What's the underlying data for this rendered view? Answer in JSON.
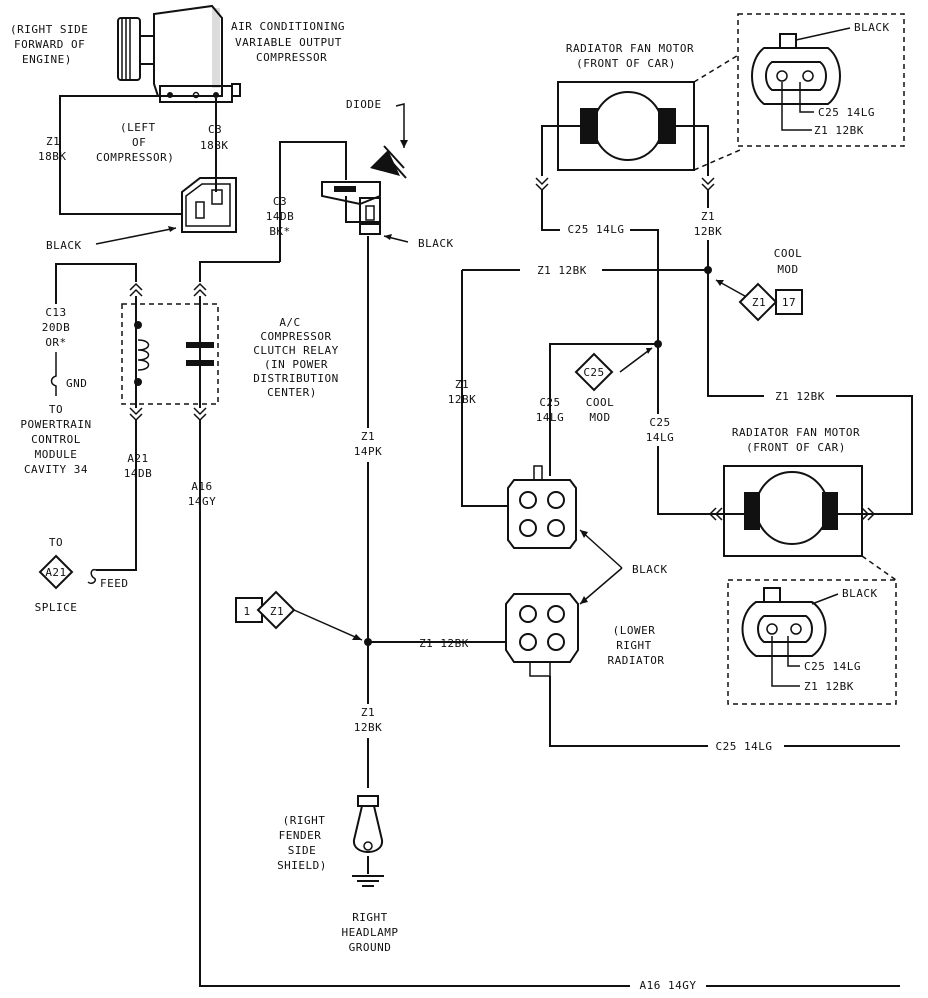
{
  "compressor": {
    "location": [
      "(RIGHT SIDE",
      "FORWARD OF",
      "ENGINE)"
    ],
    "name": [
      "AIR CONDITIONING",
      "VARIABLE OUTPUT",
      "COMPRESSOR"
    ],
    "left_of": [
      "(LEFT",
      "OF",
      "COMPRESSOR)"
    ],
    "connector_color": "BLACK"
  },
  "wires": {
    "z1_18bk": [
      "Z1",
      "18BK"
    ],
    "c3_18bk": [
      "C3",
      "18BK"
    ],
    "c3_14db": [
      "C3",
      "14DB",
      "BK*"
    ],
    "c13": [
      "C13",
      "20DB",
      "OR*"
    ],
    "a21": [
      "A21",
      "14DB"
    ],
    "a16": [
      "A16",
      "14GY"
    ],
    "a16_bottom": "A16 14GY",
    "z1_14pk": [
      "Z1",
      "14PK"
    ],
    "z1_12bk_vert": [
      "Z1",
      "12BK"
    ],
    "z1_12bk_mid": "Z1 12BK",
    "c25_14lg_top": "C25 14LG",
    "z1_12bk_top": "Z1 12BK",
    "z1_12bk_right_vert": [
      "Z1",
      "12BK"
    ],
    "z1_12bk_left_vert": [
      "Z1",
      "12BK"
    ],
    "c25_14lg_left_vert": [
      "C25",
      "14LG"
    ],
    "c25_14lg_mid_vert": [
      "C25",
      "14LG"
    ],
    "z1_12bk_right_h": "Z1 12BK",
    "c25_14lg_bottom": "C25 14LG"
  },
  "diode": {
    "label": "DIODE",
    "connector_color": "BLACK"
  },
  "relay": {
    "name": [
      "A/C",
      "COMPRESSOR",
      "CLUTCH RELAY",
      "(IN POWER",
      "DISTRIBUTION",
      "CENTER)"
    ]
  },
  "gnd": "GND",
  "pcm": [
    "TO",
    "POWERTRAIN",
    "CONTROL",
    "MODULE",
    "CAVITY 34"
  ],
  "splice": {
    "to": "TO",
    "id": "A21",
    "feed": "FEED",
    "label": "SPLICE"
  },
  "z1_ref_left": {
    "page": "1",
    "id": "Z1"
  },
  "z1_ref_right": {
    "id": "Z1",
    "page": "17"
  },
  "c25_ref": {
    "id": "C25"
  },
  "cool_mod_top": [
    "COOL",
    "MOD"
  ],
  "cool_mod_mid": [
    "COOL",
    "MOD"
  ],
  "fan_motor_top": [
    "RADIATOR FAN MOTOR",
    "(FRONT OF CAR)"
  ],
  "fan_motor_bottom": [
    "RADIATOR FAN MOTOR",
    "(FRONT OF CAR)"
  ],
  "inset_top": {
    "color": "BLACK",
    "pin1": "C25 14LG",
    "pin2": "Z1 12BK"
  },
  "inset_bottom": {
    "color": "BLACK",
    "pin1": "C25 14LG",
    "pin2": "Z1 12BK"
  },
  "rad_connectors": {
    "color": "BLACK",
    "location": [
      "(LOWER",
      "RIGHT",
      "RADIATOR"
    ]
  },
  "ground": {
    "location": [
      "(RIGHT",
      "FENDER",
      "SIDE",
      "SHIELD)"
    ],
    "name": [
      "RIGHT",
      "HEADLAMP",
      "GROUND"
    ]
  }
}
